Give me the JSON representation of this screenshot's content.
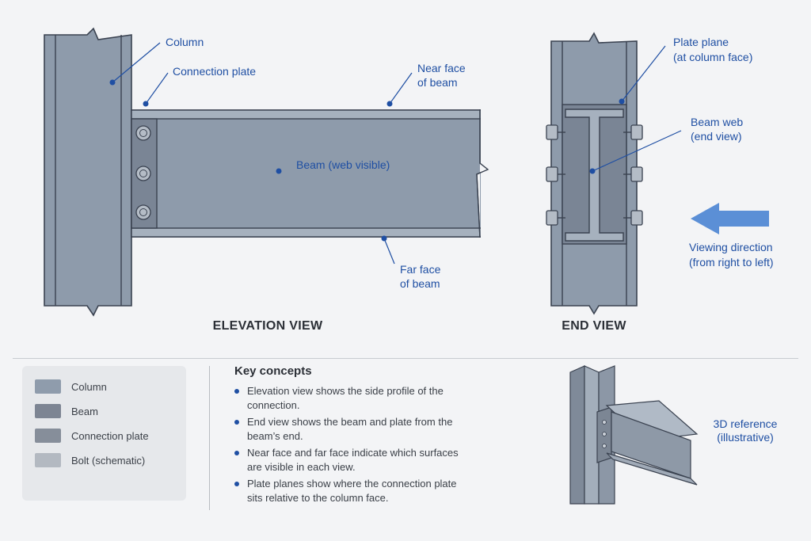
{
  "labels": {
    "column": "Column",
    "connection_plate": "Connection plate",
    "near_face_1": "Near face",
    "near_face_2": "of beam",
    "beam_web": "Beam (web visible)",
    "far_face_1": "Far face",
    "far_face_2": "of beam",
    "plate_plane_1": "Plate plane",
    "plate_plane_2": "(at column face)",
    "end_beam_web_1": "Beam web",
    "end_beam_web_2": "(end view)",
    "viewing_dir_1": "Viewing direction",
    "viewing_dir_2": "(from right to left)",
    "ref_1": "3D reference",
    "ref_2": "(illustrative)"
  },
  "titles": {
    "elevation": "ELEVATION VIEW",
    "end": "END VIEW"
  },
  "legend": [
    {
      "label": "Column",
      "color": "#8f9cac"
    },
    {
      "label": "Beam",
      "color": "#7d8593"
    },
    {
      "label": "Connection plate",
      "color": "#868e9a"
    },
    {
      "label": "Bolt (schematic)",
      "color": "#b3b9c1"
    }
  ],
  "concepts": {
    "heading": "Key concepts",
    "items": [
      "Elevation view shows the side profile of the connection.",
      "End view shows the beam and plate from the beam’s end.",
      "Near face and far face indicate which surfaces are visible in each view.",
      "Plate planes show where the connection plate sits relative to the column face."
    ]
  },
  "colors": {
    "accent": "#1f4fa3",
    "steel": "#8e9bab",
    "arrow": "#5b8fd6"
  }
}
